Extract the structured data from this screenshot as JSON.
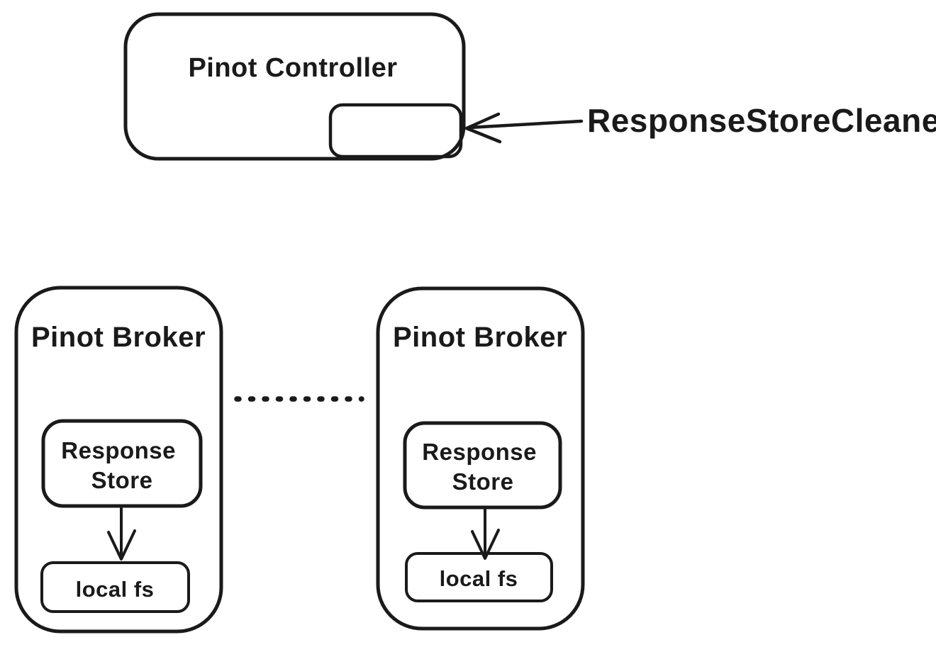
{
  "diagram": {
    "controller": {
      "label": "Pinot Controller"
    },
    "cleaner": {
      "label": "ResponseStoreCleaner"
    },
    "brokers": [
      {
        "label": "Pinot Broker",
        "store": {
          "line1": "Response",
          "line2": "Store"
        },
        "fs_label": "local fs"
      },
      {
        "label": "Pinot Broker",
        "store": {
          "line1": "Response",
          "line2": "Store"
        },
        "fs_label": "local fs"
      }
    ],
    "colors": {
      "ink": "#1a1a1a",
      "background": "#ffffff"
    }
  }
}
